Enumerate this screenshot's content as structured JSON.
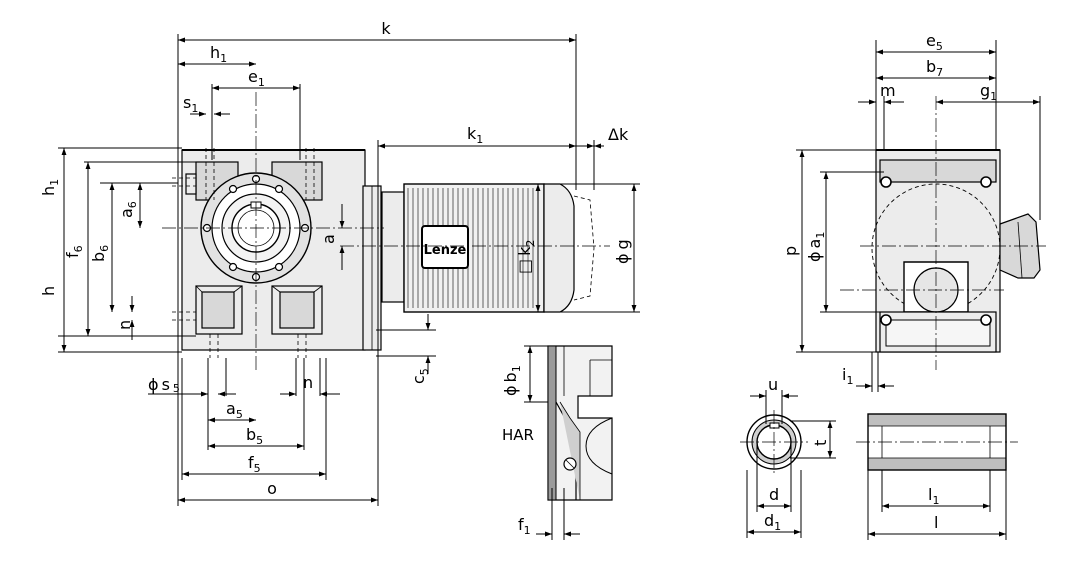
{
  "drawing": {
    "brand_label": "Lenze",
    "variant_label": "HAR",
    "dimension_labels": {
      "k": "k",
      "h1_top": "h",
      "h1_top_sub": "1",
      "e1": "e",
      "e1_sub": "1",
      "s1": "s",
      "s1_sub": "1",
      "k1": "k",
      "k1_sub": "1",
      "delta_k": "Δk",
      "h1_left": "h",
      "h1_left_sub": "1",
      "f6": "f",
      "f6_sub": "6",
      "b6": "b",
      "b6_sub": "6",
      "a6": "a",
      "a6_sub": "6",
      "a": "a",
      "k2": "k",
      "k2_sub": "2",
      "g": "g",
      "h": "h",
      "n_left": "n",
      "n_bottom": "n",
      "c5": "c",
      "c5_sub": "5",
      "s5": "s",
      "s5_sub": "5",
      "a5": "a",
      "a5_sub": "5",
      "b5": "b",
      "b5_sub": "5",
      "f5": "f",
      "f5_sub": "5",
      "o": "o",
      "b1": "b",
      "b1_sub": "1",
      "f1": "f",
      "f1_sub": "1",
      "e5": "e",
      "e5_sub": "5",
      "b7": "b",
      "b7_sub": "7",
      "m": "m",
      "g1": "g",
      "g1_sub": "1",
      "p": "p",
      "a1": "a",
      "a1_sub": "1",
      "i1": "i",
      "i1_sub": "1",
      "u": "u",
      "t": "t",
      "d": "d",
      "d1": "d",
      "d1_sub": "1",
      "l1": "l",
      "l1_sub": "1",
      "l": "l",
      "phi": "ϕ",
      "square": "□"
    }
  }
}
